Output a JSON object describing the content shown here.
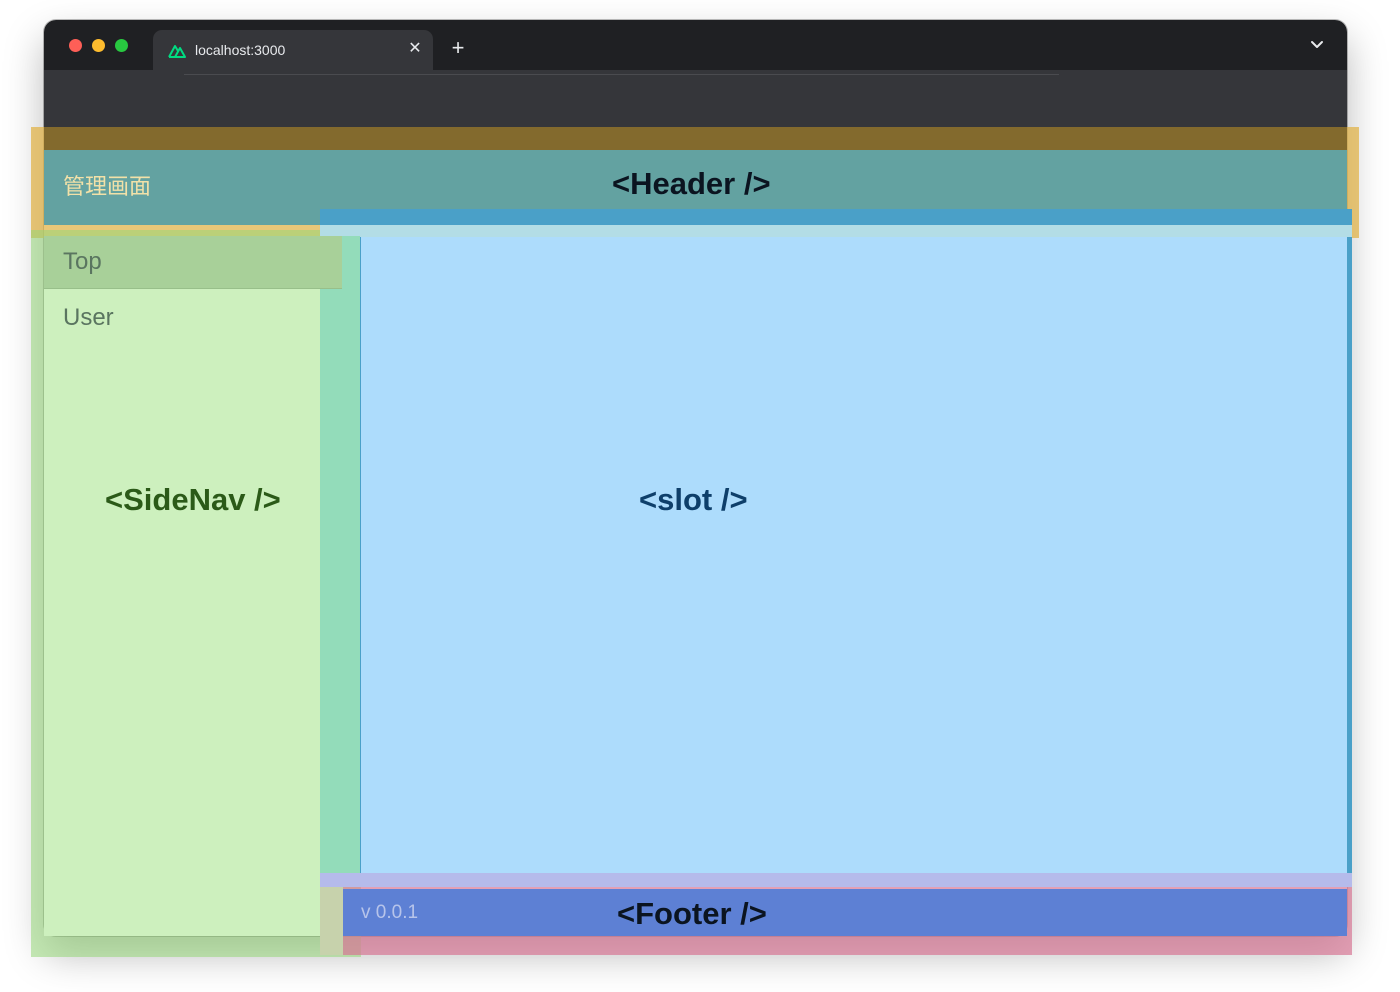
{
  "browser": {
    "tab_title": "localhost:3000",
    "tab_close": "✕",
    "new_tab": "+",
    "favicon": "nuxt-logo-icon",
    "window_controls": [
      "close",
      "minimize",
      "zoom"
    ]
  },
  "colors": {
    "header": "#63a2a1",
    "header_outline": "#e0b144",
    "sidenav": "#cdf0be",
    "slot": "#addcfc",
    "footer": "#5d80d4",
    "footer_outline": "#d778a0"
  },
  "header": {
    "title": "管理画面",
    "component_label": "<Header />"
  },
  "sidenav": {
    "items": [
      {
        "label": "Top"
      },
      {
        "label": "User"
      }
    ],
    "component_label": "<SideNav />"
  },
  "slot": {
    "component_label": "<slot />"
  },
  "footer": {
    "version": "v 0.0.1",
    "component_label": "<Footer />"
  }
}
